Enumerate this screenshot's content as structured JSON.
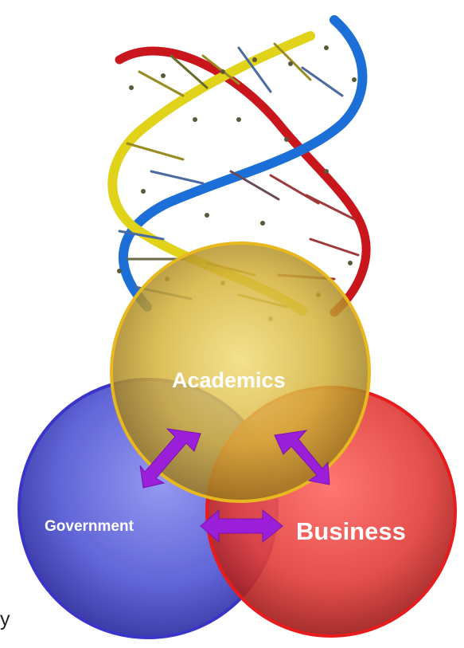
{
  "diagram": {
    "circles": [
      {
        "id": "academics",
        "label": "Academics",
        "fill": "#d9b63a",
        "stroke": "#e8b820"
      },
      {
        "id": "government",
        "label": "Government",
        "fill": "#5b5fd8",
        "stroke": "#3a35c8"
      },
      {
        "id": "business",
        "label": "Business",
        "fill": "#e8443f",
        "stroke": "#e81c1c"
      }
    ],
    "arrow_color": "#9b1fd8",
    "helix_colors": {
      "strand_a": "#d01a1a",
      "strand_b": "#1f6fd8",
      "strand_c": "#e2d61a"
    },
    "stray_text": "y"
  }
}
